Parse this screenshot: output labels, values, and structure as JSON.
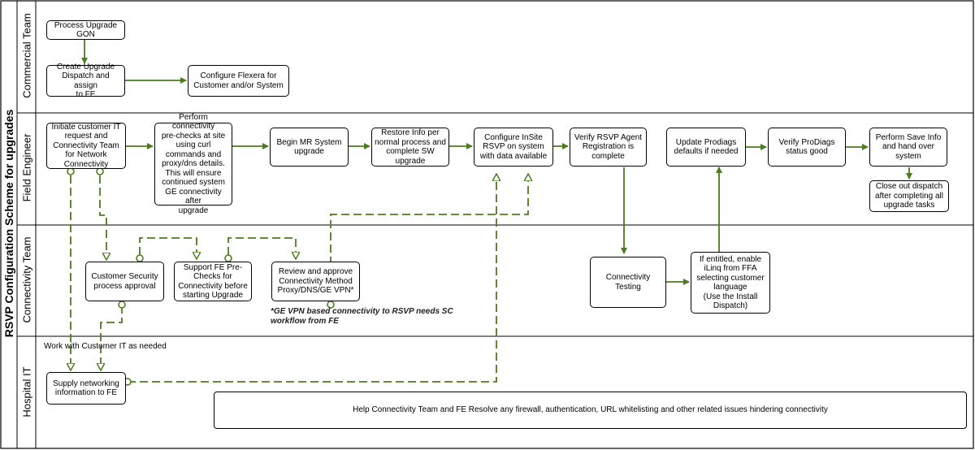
{
  "pool": {
    "title": "RSVP Configuration Scheme for upgrades"
  },
  "lanes": {
    "commercial": "Commercial Team",
    "field": "Field Engineer",
    "connectivity": "Connectivity Team",
    "hospital": "Hospital IT"
  },
  "boxes": {
    "process_upgrade": "Process Upgrade\nGON",
    "create_dispatch": "Create Upgrade\nDispatch and assign\nto FE",
    "configure_flexera": "Configure Flexera for\nCustomer and/or System",
    "initiate_request": "Initiate customer IT\nrequest and\nConnectivity Team\nfor Network\nConnectivity",
    "perform_prechecks": "Perform connectivity\npre-checks at site\nusing curl\ncommands and\nproxy/dns details.\nThis will ensure\ncontinued system\nGE connectivity after\nupgrade",
    "begin_mr": "Begin MR System\nupgrade",
    "restore_info": "Restore Info per\nnormal process and\ncomplete SW\nupgrade",
    "configure_insite": "Configure InSite\nRSVP on system\nwith data available",
    "verify_agent": "Verify RSVP Agent\nRegistration is\ncomplete",
    "update_prodiags": "Update Prodiags\ndefaults if needed",
    "verify_prodiags": "Verify ProDiags\nstatus good",
    "perform_save": "Perform Save Info\nand hand over\nsystem",
    "close_dispatch": "Close out dispatch\nafter completing all\nupgrade tasks",
    "customer_security": "Customer Security\nprocess approval",
    "support_fe": "Support FE Pre-\nChecks for\nConnectivity before\nstarting Upgrade",
    "review_approve": "Review and approve\nConnectivity Method\nProxy/DNS/GE VPN*",
    "connectivity_testing": "Connectivity Testing",
    "enable_ilinq": "If entitled, enable\niLinq from FFA\nselecting customer\nlanguage\n(Use the Install\nDispatch)",
    "supply_networking": "Supply networking\ninformation to FE",
    "help_connectivity": "Help Connectivity Team and FE Resolve any firewall, authentication, URL whitelisting and other related issues hindering connectivity"
  },
  "notes": {
    "vpn_note": "*GE VPN based connectivity to RSVP needs SC\nworkflow from FE",
    "work_with_it": "Work with Customer IT as needed"
  },
  "colors": {
    "arrow_green": "#4a7d1e",
    "border": "#000000"
  }
}
